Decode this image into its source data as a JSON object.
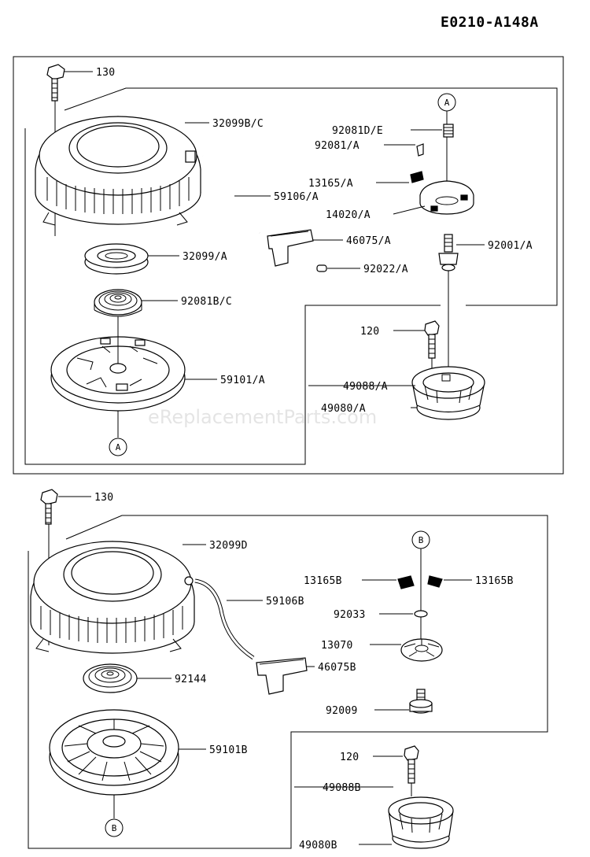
{
  "diagram_code": "E0210-A148A",
  "watermark": "eReplacementParts.com",
  "markers": {
    "a": "A",
    "b": "B"
  },
  "upper_assembly": {
    "labels": {
      "bolt": "130",
      "cover": "32099B/C",
      "guide_a": "92081D/E",
      "spring_a": "92081/A",
      "pawl": "13165/A",
      "plate": "14020/A",
      "rope": "59106/A",
      "handle": "46075/A",
      "reel_sub": "32099/A",
      "bolt_step": "92001/A",
      "pin": "92022/A",
      "spring": "92081B/C",
      "screw": "120",
      "reel": "59101/A",
      "cup_assy": "49088/A",
      "cup": "49080/A"
    }
  },
  "lower_assembly": {
    "labels": {
      "bolt": "130",
      "cover": "32099D",
      "rope": "59106B",
      "pawl_left": "13165B",
      "pawl_right": "13165B",
      "washer": "92033",
      "ratchet": "13070",
      "handle": "46075B",
      "spring": "92144",
      "bolt_step": "92009",
      "reel": "59101B",
      "screw": "120",
      "cup_assy": "49088B",
      "cup": "49080B"
    }
  }
}
